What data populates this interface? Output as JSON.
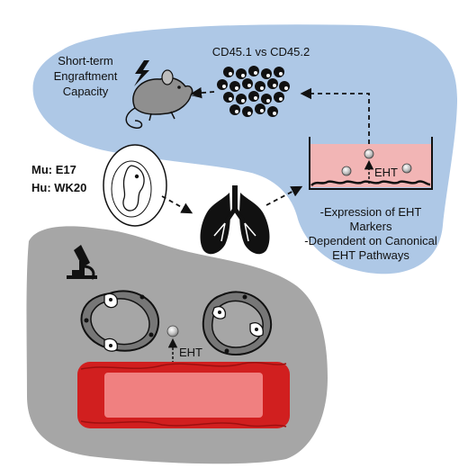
{
  "labels": {
    "engraftment_line1": "Short-term",
    "engraftment_line2": "Engraftment",
    "engraftment_line3": "Capacity",
    "cd45": "CD45.1 vs CD45.2",
    "ehtCulture": "EHT",
    "mouse": "Mu: E17",
    "human": "Hu: WK20",
    "expression_line1": "-Expression of EHT",
    "expression_line2": "Markers",
    "expression_line3": "-Dependent on Canonical",
    "expression_line4": "EHT Pathways",
    "ehtVessel": "EHT"
  },
  "colors": {
    "blue_region": "#aec8e6",
    "gray_region": "#a6a6a6",
    "culture_medium": "#f2b5b5",
    "vessel_dark": "#d11f1f",
    "vessel_light": "#f08080",
    "black": "#111111"
  },
  "icons": [
    "mouse-icon",
    "lightning-icon",
    "embryo-icon",
    "lungs-icon",
    "microscope-icon"
  ]
}
